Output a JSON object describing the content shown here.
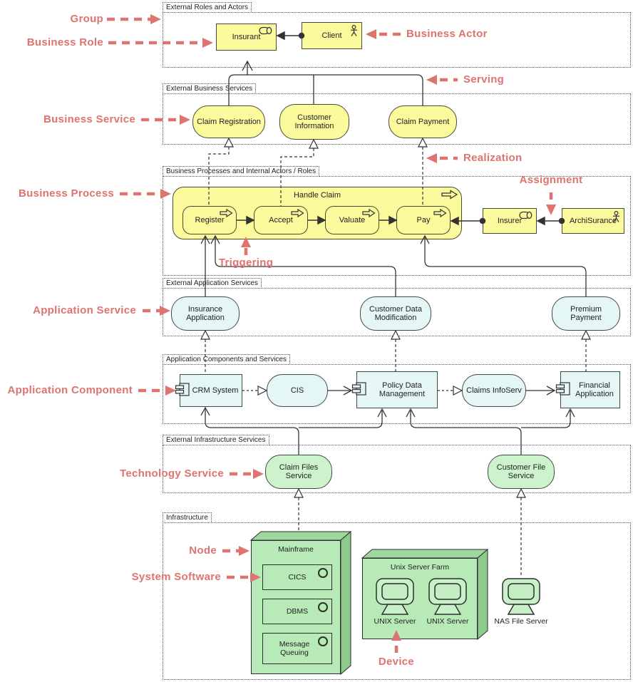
{
  "colors": {
    "business_yellow": "#FBFB9E",
    "application_cyan": "#E4F6F6",
    "technology_green": "#CDF3CD",
    "node_green": "#B7EAB7",
    "annotation_red": "#DE736F",
    "line": "#333333"
  },
  "annotations": {
    "group": "Group",
    "business_role": "Business Role",
    "business_actor": "Business Actor",
    "serving": "Serving",
    "business_service": "Business Service",
    "realization": "Realization",
    "business_process": "Business Process",
    "assignment": "Assignment",
    "triggering": "Triggering",
    "application_service": "Application Service",
    "application_component": "Application Component",
    "technology_service": "Technology Service",
    "node": "Node",
    "system_software": "System Software",
    "device": "Device"
  },
  "groups": {
    "roles": {
      "label": "External Roles and Actors"
    },
    "business_services": {
      "label": "External Business Services"
    },
    "processes": {
      "label": "Business Processes and Internal Actors / Roles"
    },
    "app_services": {
      "label": "External Application Services"
    },
    "app_components": {
      "label": "Application Components and Services"
    },
    "infra_services": {
      "label": "External Infrastructure Services"
    },
    "infrastructure": {
      "label": "Infrastructure"
    }
  },
  "elements": {
    "insurant": "Insurant",
    "client": "Client",
    "claim_registration": "Claim Registration",
    "customer_information": "Customer Information",
    "claim_payment": "Claim Payment",
    "handle_claim": "Handle Claim",
    "register": "Register",
    "accept": "Accept",
    "valuate": "Valuate",
    "pay": "Pay",
    "insurer": "Insurer",
    "archisurance": "ArchiSurance",
    "insurance_application": "Insurance Application",
    "customer_data_modification": "Customer Data Modification",
    "premium_payment": "Premium Payment",
    "crm_system": "CRM System",
    "cis": "CIS",
    "policy_data_management": "Policy Data Management",
    "claims_infoserv": "Claims InfoServ",
    "financial_application": "Financial Application",
    "claim_files_service": "Claim Files Service",
    "customer_file_service": "Customer File Service",
    "mainframe": "Mainframe",
    "cics": "CICS",
    "dbms": "DBMS",
    "message_queuing": "Message Queuing",
    "unix_server_farm": "Unix Server Farm",
    "unix_server_1": "UNIX Server",
    "unix_server_2": "UNIX Server",
    "nas_file_server": "NAS File Server"
  }
}
